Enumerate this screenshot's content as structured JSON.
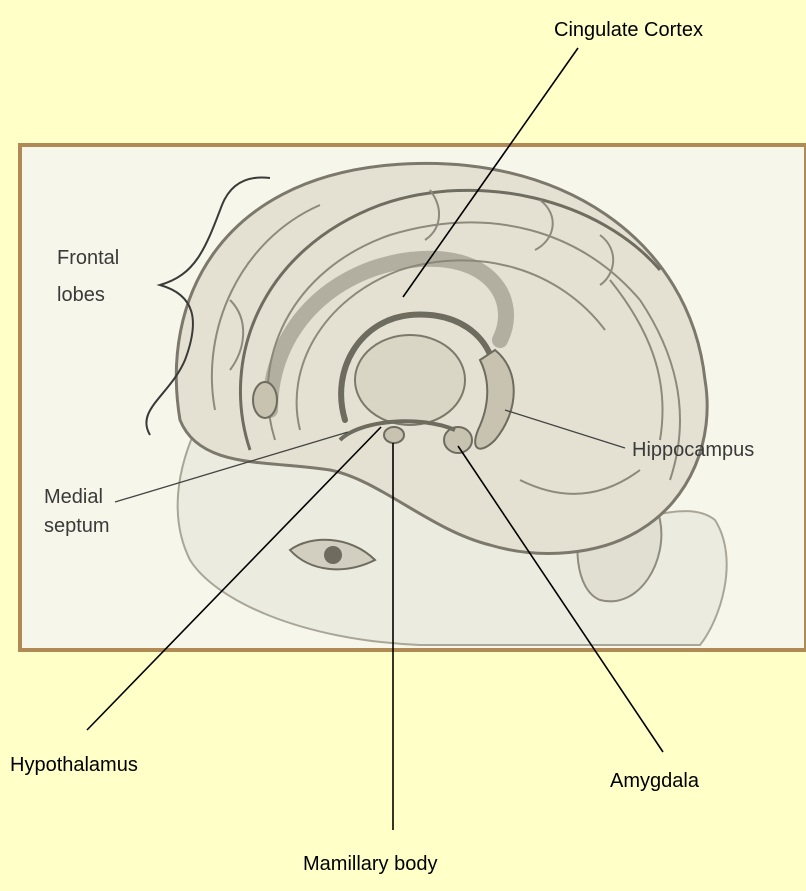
{
  "diagram": {
    "labels": {
      "cingulate_cortex": "Cingulate Cortex",
      "frontal_lobes_line1": "Frontal",
      "frontal_lobes_line2": "lobes",
      "medial_septum_line1": "Medial",
      "medial_septum_line2": "septum",
      "hippocampus": "Hippocampus",
      "hypothalamus": "Hypothalamus",
      "amygdala": "Amygdala",
      "mamillary_body": "Mamillary body"
    },
    "colors": {
      "background": "#ffffc8",
      "panel": "#f7f6ea",
      "frame": "#b08a55",
      "brain": "#e4e1d2",
      "structure": "#c7c3b0"
    }
  }
}
